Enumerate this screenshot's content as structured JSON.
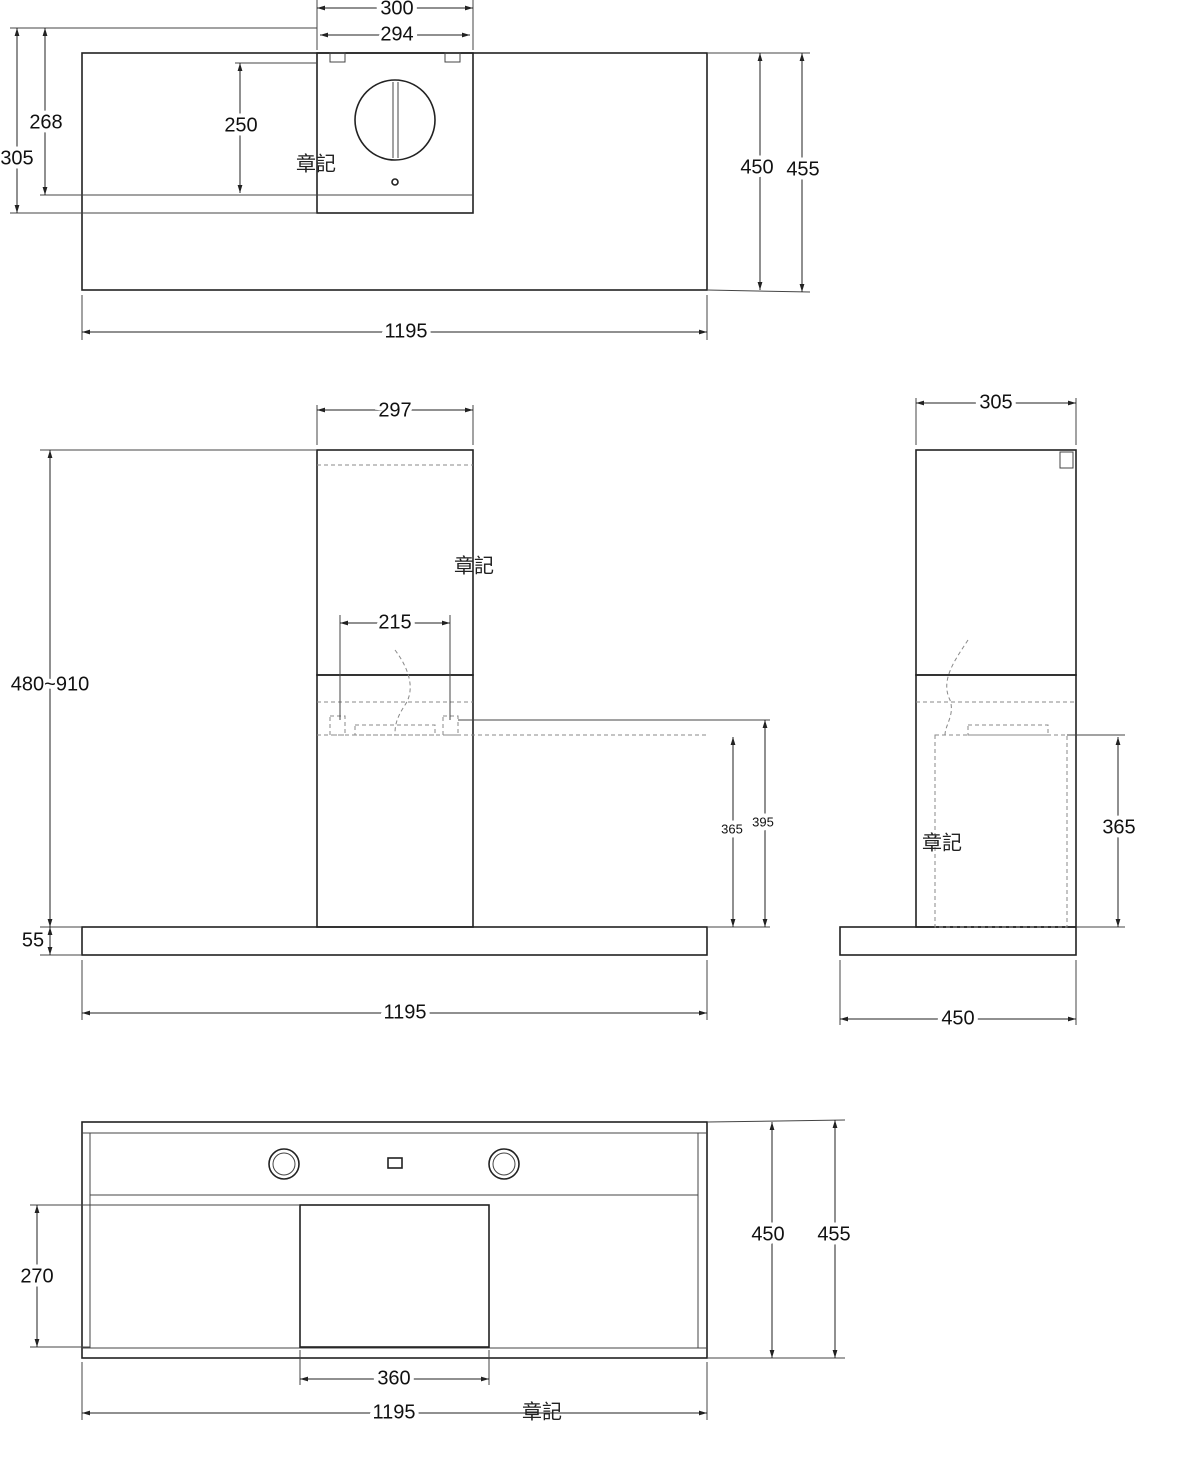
{
  "top_view": {
    "d300": "300",
    "d294": "294",
    "d305": "305",
    "d268": "268",
    "d250": "250",
    "d450": "450",
    "d455": "455",
    "d1195": "1195"
  },
  "front_view": {
    "d297": "297",
    "d480_910": "480~910",
    "d215": "215",
    "d55": "55",
    "d365": "365",
    "d395": "395",
    "d1195": "1195"
  },
  "side_view": {
    "d305": "305",
    "d365": "365",
    "d450": "450"
  },
  "bottom_view": {
    "d450": "450",
    "d455": "455",
    "d270": "270",
    "d360": "360",
    "d1195": "1195"
  },
  "watermark": "章記"
}
